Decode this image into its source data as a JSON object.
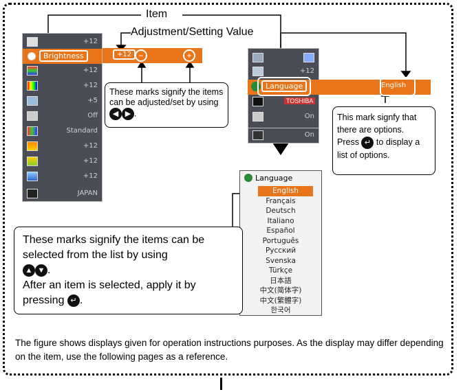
{
  "labels": {
    "item": "Item",
    "adjust": "Adjustment/Setting Value"
  },
  "left_menu": {
    "selected_label": "Brightness",
    "selected_value": "+12",
    "rows": [
      {
        "icon": "contrast-icon",
        "value": "+12"
      },
      {
        "icon": "brightness-icon",
        "value": "+12"
      },
      {
        "icon": "color-bars-icon",
        "value": "+12"
      },
      {
        "icon": "color-grid-icon",
        "value": "+12"
      },
      {
        "icon": "pattern-icon",
        "value": "+5"
      },
      {
        "icon": "film-icon",
        "value": "Off"
      },
      {
        "icon": "color-temp-icon",
        "value": "Standard"
      },
      {
        "icon": "palette-icon",
        "value": "+12"
      },
      {
        "icon": "palette-icon-2",
        "value": "+12"
      },
      {
        "icon": "palette-icon-3",
        "value": "+12"
      },
      {
        "icon": "gamma-icon",
        "value": "JAPAN"
      }
    ]
  },
  "right_menu": {
    "selected_label": "Language",
    "selected_value": "English",
    "rows": [
      {
        "icon": "display-icon",
        "value": ""
      },
      {
        "icon": "position-icon",
        "value": "+12"
      },
      {
        "icon": "language-icon",
        "value": ""
      },
      {
        "icon": "off-icon",
        "value": "TOSHIBA"
      },
      {
        "icon": "timer-icon",
        "value": "On"
      },
      {
        "icon": "start-icon",
        "value": "On"
      }
    ]
  },
  "callouts": {
    "adjust_text": "These marks signify the items can be adjusted/set by using",
    "options_text_1": "This mark signfy that there are options.",
    "options_press": "Press",
    "options_text_2": "to display a list of options.",
    "select_text_1": "These marks signify the items can be selected from the list by using",
    "select_text_2": "After an item is selected, apply it by pressing"
  },
  "language_list": {
    "title": "Language",
    "options": [
      "English",
      "Français",
      "Deutsch",
      "Italiano",
      "Español",
      "Português",
      "Русский",
      "Svenska",
      "Türkçe",
      "日本語",
      "中文(简体字)",
      "中文(繁體字)",
      "한국어"
    ],
    "selected": "English"
  },
  "footer": "The figure shows displays given for operation instructions purposes.  As the display may differ depending on the item, use the following pages as a reference.",
  "colors": {
    "orange": "#e8751a",
    "menu_bg": "#4a4d55"
  }
}
